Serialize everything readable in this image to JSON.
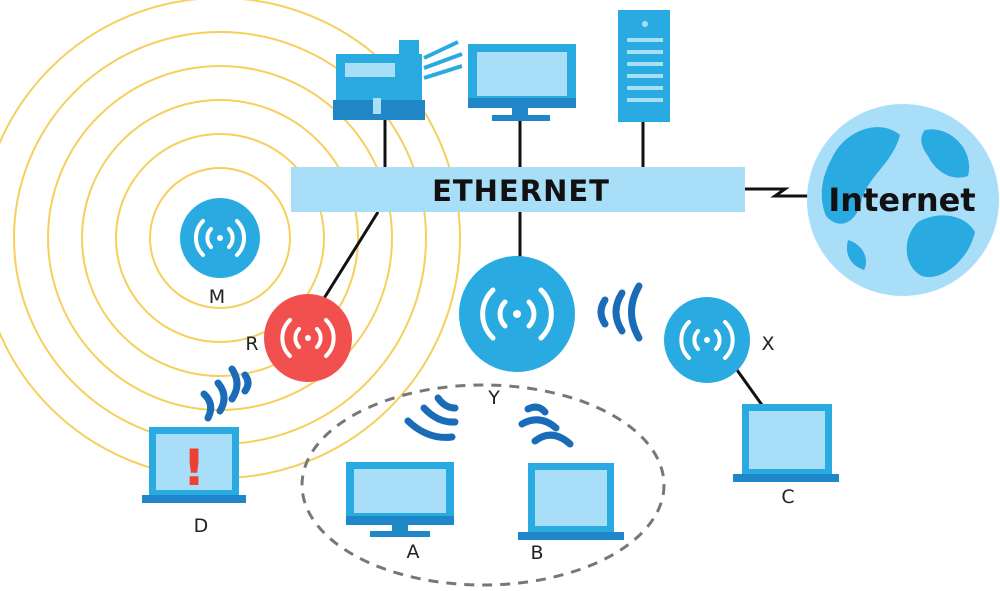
{
  "backbone": {
    "label": "ETHERNET"
  },
  "internet": {
    "label": "Internet"
  },
  "labels": {
    "m": "M",
    "r": "R",
    "y": "Y",
    "x": "X",
    "a": "A",
    "b": "B",
    "c": "C",
    "d": "D"
  },
  "alert": {
    "symbol": "!"
  },
  "colors": {
    "device": "#29aae1",
    "device_dark": "#1f86c8",
    "screen": "#a9def9",
    "ethernet_bar": "#a9def9",
    "rogue_ap": "#f24f4f",
    "rings": "#f6cf5c",
    "waves": "#1a6cb8",
    "alert": "#ee4136",
    "globe": "#a9def9",
    "land": "#29aae1",
    "dashed": "#777777"
  }
}
